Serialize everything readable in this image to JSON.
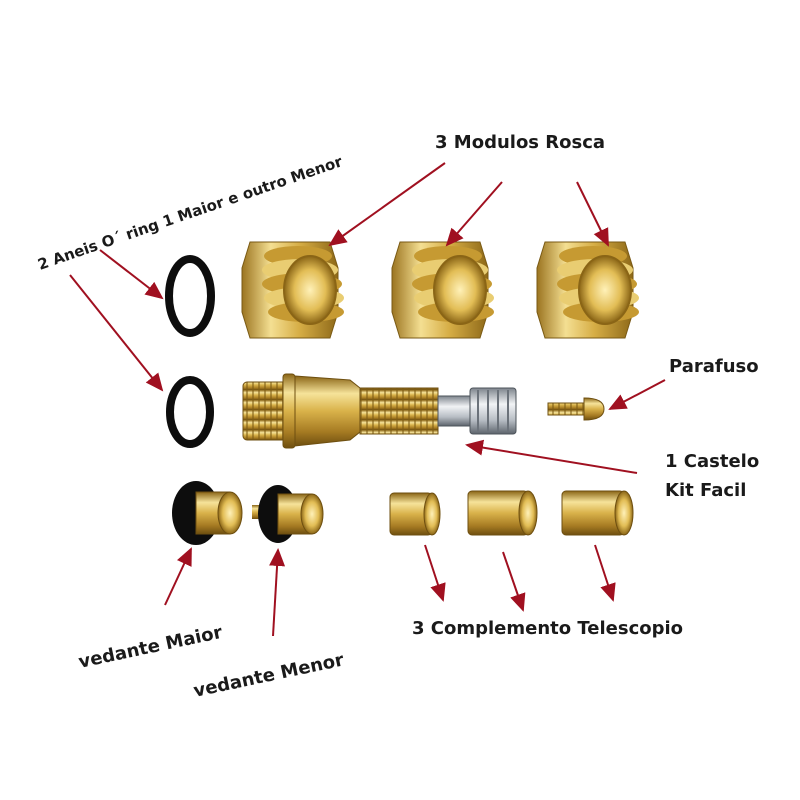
{
  "labels": {
    "orings": "2 Aneis O´ ring  1 Maior e outro Menor",
    "modulos": "3 Modulos Rosca",
    "parafuso": "Parafuso",
    "castelo_line1": "1 Castelo",
    "castelo_line2": "Kit Facil",
    "vedante_maior": "vedante Maior",
    "vedante_menor": "vedante Menor",
    "telescopio": "3 Complemento Telescopio"
  },
  "colors": {
    "arrow": "#a01020",
    "brass_light": "#f6e39a",
    "brass_mid": "#d9b24a",
    "brass_dark": "#8a6516",
    "oring": "#0d0d0d",
    "steel": "#c9ced4"
  }
}
